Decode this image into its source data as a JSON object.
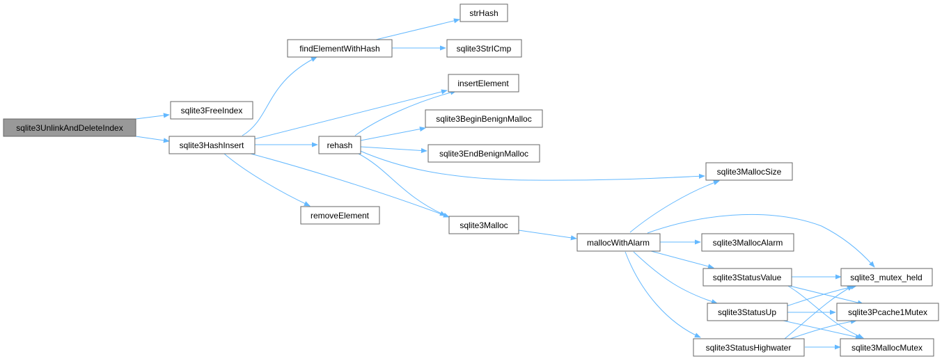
{
  "graph": {
    "colors": {
      "edge": "#63b8ff",
      "node_border": "#666666",
      "root_fill": "#999999",
      "node_fill": "#ffffff"
    },
    "nodes": {
      "sqlite3UnlinkAndDeleteIndex": "sqlite3UnlinkAndDeleteIndex",
      "sqlite3FreeIndex": "sqlite3FreeIndex",
      "sqlite3HashInsert": "sqlite3HashInsert",
      "findElementWithHash": "findElementWithHash",
      "strHash": "strHash",
      "sqlite3StrICmp": "sqlite3StrICmp",
      "insertElement": "insertElement",
      "rehash": "rehash",
      "sqlite3BeginBenignMalloc": "sqlite3BeginBenignMalloc",
      "sqlite3EndBenignMalloc": "sqlite3EndBenignMalloc",
      "sqlite3MallocSize": "sqlite3MallocSize",
      "removeElement": "removeElement",
      "sqlite3Malloc": "sqlite3Malloc",
      "mallocWithAlarm": "mallocWithAlarm",
      "sqlite3MallocAlarm": "sqlite3MallocAlarm",
      "sqlite3StatusValue": "sqlite3StatusValue",
      "sqlite3StatusUp": "sqlite3StatusUp",
      "sqlite3StatusHighwater": "sqlite3StatusHighwater",
      "sqlite3_mutex_held": "sqlite3_mutex_held",
      "sqlite3Pcache1Mutex": "sqlite3Pcache1Mutex",
      "sqlite3MallocMutex": "sqlite3MallocMutex"
    },
    "edges": [
      [
        "sqlite3UnlinkAndDeleteIndex",
        "sqlite3FreeIndex"
      ],
      [
        "sqlite3UnlinkAndDeleteIndex",
        "sqlite3HashInsert"
      ],
      [
        "sqlite3HashInsert",
        "findElementWithHash"
      ],
      [
        "sqlite3HashInsert",
        "insertElement"
      ],
      [
        "sqlite3HashInsert",
        "rehash"
      ],
      [
        "sqlite3HashInsert",
        "removeElement"
      ],
      [
        "sqlite3HashInsert",
        "sqlite3Malloc"
      ],
      [
        "findElementWithHash",
        "strHash"
      ],
      [
        "findElementWithHash",
        "sqlite3StrICmp"
      ],
      [
        "rehash",
        "insertElement"
      ],
      [
        "rehash",
        "sqlite3BeginBenignMalloc"
      ],
      [
        "rehash",
        "sqlite3EndBenignMalloc"
      ],
      [
        "rehash",
        "sqlite3MallocSize"
      ],
      [
        "rehash",
        "sqlite3Malloc"
      ],
      [
        "sqlite3Malloc",
        "mallocWithAlarm"
      ],
      [
        "mallocWithAlarm",
        "sqlite3MallocSize"
      ],
      [
        "mallocWithAlarm",
        "sqlite3MallocAlarm"
      ],
      [
        "mallocWithAlarm",
        "sqlite3StatusValue"
      ],
      [
        "mallocWithAlarm",
        "sqlite3StatusUp"
      ],
      [
        "mallocWithAlarm",
        "sqlite3StatusHighwater"
      ],
      [
        "mallocWithAlarm",
        "sqlite3_mutex_held"
      ],
      [
        "sqlite3StatusValue",
        "sqlite3_mutex_held"
      ],
      [
        "sqlite3StatusValue",
        "sqlite3Pcache1Mutex"
      ],
      [
        "sqlite3StatusValue",
        "sqlite3MallocMutex"
      ],
      [
        "sqlite3StatusUp",
        "sqlite3_mutex_held"
      ],
      [
        "sqlite3StatusUp",
        "sqlite3Pcache1Mutex"
      ],
      [
        "sqlite3StatusUp",
        "sqlite3MallocMutex"
      ],
      [
        "sqlite3StatusHighwater",
        "sqlite3_mutex_held"
      ],
      [
        "sqlite3StatusHighwater",
        "sqlite3Pcache1Mutex"
      ],
      [
        "sqlite3StatusHighwater",
        "sqlite3MallocMutex"
      ]
    ]
  }
}
